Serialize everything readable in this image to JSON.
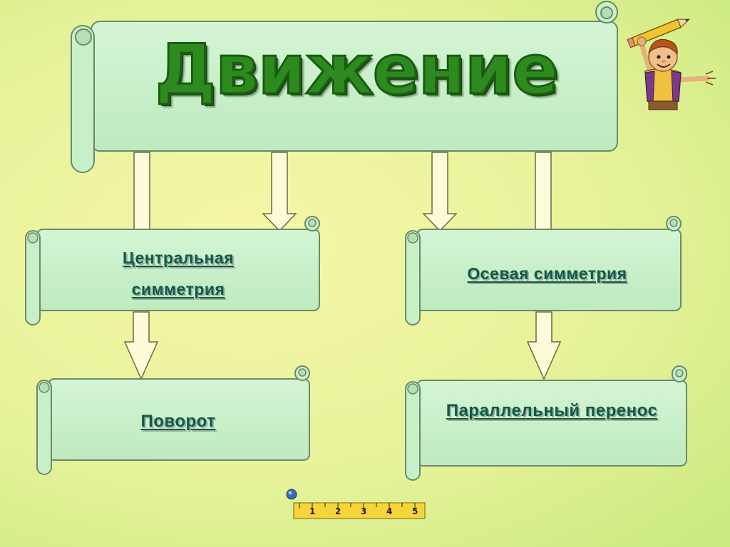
{
  "diagram": {
    "title": "Движение",
    "nodes": {
      "central_symmetry": "Центральная симметрия",
      "axial_symmetry": "Осевая симметрия",
      "rotation": "Поворот",
      "parallel_translation": "Параллельный перенос"
    },
    "ruler_ticks": [
      "1",
      "2",
      "3",
      "4",
      "5"
    ],
    "colors": {
      "scroll_fill": "#c8f0c8",
      "scroll_stroke": "#6b8a6b",
      "title_green": "#2c8a1e",
      "node_text": "#0f5a4a",
      "arrow_fill": "#fdfbd9"
    }
  }
}
